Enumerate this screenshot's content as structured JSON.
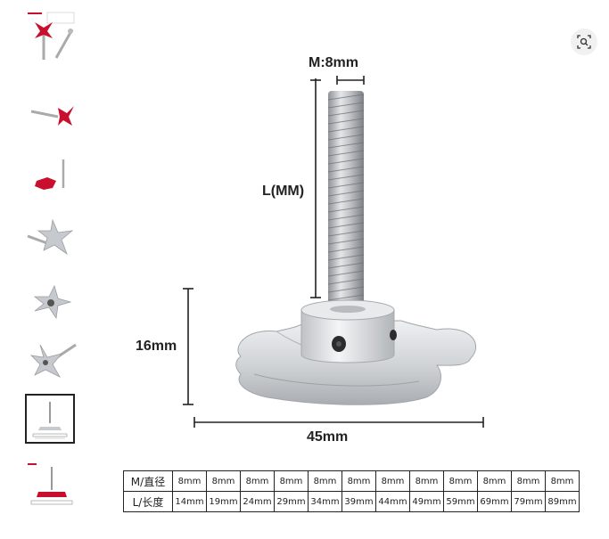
{
  "gallery": {
    "thumbnails": [
      {
        "name": "thumbnail-1",
        "selected": false
      },
      {
        "name": "thumbnail-2",
        "selected": false
      },
      {
        "name": "thumbnail-3",
        "selected": false
      },
      {
        "name": "thumbnail-4",
        "selected": false
      },
      {
        "name": "thumbnail-5",
        "selected": false
      },
      {
        "name": "thumbnail-6",
        "selected": false
      },
      {
        "name": "thumbnail-7",
        "selected": true
      },
      {
        "name": "thumbnail-8",
        "selected": false
      }
    ],
    "zoom_icon": "zoom-in-icon"
  },
  "product_image": {
    "thread_label": "M:8mm",
    "length_label": "L(MM)",
    "height_label": "16mm",
    "width_label": "45mm"
  },
  "spec_table": {
    "row_m": {
      "label": "M/直径",
      "values": [
        "8mm",
        "8mm",
        "8mm",
        "8mm",
        "8mm",
        "8mm",
        "8mm",
        "8mm",
        "8mm",
        "8mm",
        "8mm",
        "8mm"
      ]
    },
    "row_l": {
      "label": "L/长度",
      "values": [
        "14mm",
        "19mm",
        "24mm",
        "29mm",
        "34mm",
        "39mm",
        "44mm",
        "49mm",
        "59mm",
        "69mm",
        "79mm",
        "89mm"
      ]
    }
  },
  "colors": {
    "red_knob": "#c8102e",
    "silver": "#c9ccd0"
  }
}
